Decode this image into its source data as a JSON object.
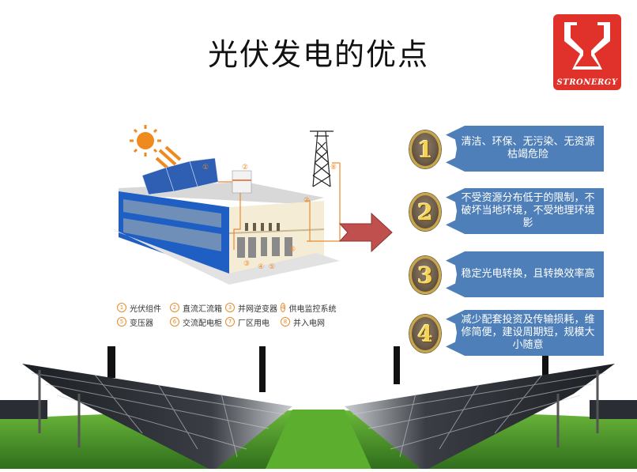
{
  "title": "光伏发电的优点",
  "logo": {
    "brand": "STRONERGY",
    "color": "#e0322b"
  },
  "diagram": {
    "labels": [
      "①",
      "②",
      "③",
      "④",
      "⑤",
      "⑥",
      "⑦",
      "⑧"
    ],
    "legend": [
      {
        "num": "1",
        "label": "光伏组件"
      },
      {
        "num": "2",
        "label": "直流汇流箱"
      },
      {
        "num": "3",
        "label": "并网逆变器"
      },
      {
        "num": "4",
        "label": "供电监控系统"
      },
      {
        "num": "5",
        "label": "变压器"
      },
      {
        "num": "6",
        "label": "交流配电柜"
      },
      {
        "num": "7",
        "label": "厂区用电"
      },
      {
        "num": "8",
        "label": "并入电网"
      }
    ],
    "arrow_color": "#c0504d",
    "line_color": "#e98a2a"
  },
  "benefits": [
    {
      "number": "1",
      "text": "清洁、环保、无污染、无资源枯竭危险"
    },
    {
      "number": "2",
      "text": "不受资源分布低于的限制，不破坏当地环境，不受地理环境影"
    },
    {
      "number": "3",
      "text": "稳定光电转换，且转换效率高"
    },
    {
      "number": "4",
      "text": "减少配套投资及传输损耗，维修简便，建设周期短，规模大小随意"
    }
  ],
  "colors": {
    "card": "#4e7fb8",
    "medal_gold": "#f3d35a",
    "grass": "#3f8a22"
  }
}
